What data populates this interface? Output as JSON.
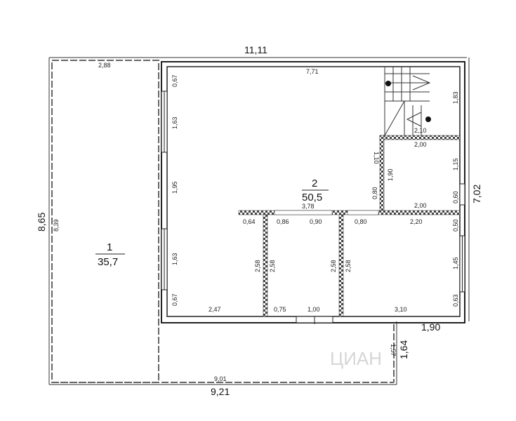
{
  "outer_dims": {
    "top": "11,11",
    "left": "8,65",
    "right": "7,02",
    "bottom": "9,21",
    "right_lower": "1,90",
    "right_bottom": "1,64"
  },
  "rooms": [
    {
      "number": "1",
      "area": "35,7"
    },
    {
      "number": "2",
      "area": "50,5"
    }
  ],
  "inner_dims": {
    "terrace_top": "2,88",
    "terrace_left": "8,39",
    "terrace_bottom": "9,01",
    "terrace_right": "1,57",
    "hall_top": "7,71",
    "left_w1": "0,67",
    "left_w2": "1,63",
    "left_w3": "1,95",
    "left_w4": "1,63",
    "left_w5": "0,67",
    "stair_side": "1,83",
    "stair_bottom": "2,10",
    "bath_top": "2,00",
    "bath_right": "1,15",
    "bath_right2": "0,60",
    "bath_left": "1,10",
    "bath_left2": "1,90",
    "bath_left3": "0,80",
    "bath_bottom": "2,00",
    "partition": "3,78",
    "seg1": "0,64",
    "seg2": "0,86",
    "seg3": "0,90",
    "seg4": "0,80",
    "seg5": "2,20",
    "right_room_r1": "0,50",
    "right_room_r2": "1,45",
    "right_room_r3": "0,63",
    "wall_a1": "2,58",
    "wall_a2": "2,58",
    "wall_b1": "2,58",
    "wall_b2": "2,58",
    "bottom_left": "2,47",
    "bottom_seg": "0,75",
    "door": "1,00",
    "bottom_right": "3,10"
  }
}
